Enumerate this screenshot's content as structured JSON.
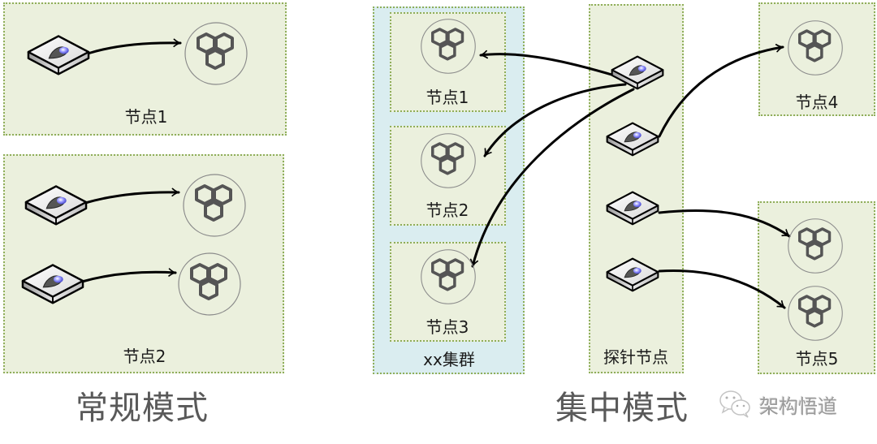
{
  "normal_mode": {
    "title": "常规模式",
    "groups": [
      {
        "label": "节点1",
        "probes": 1,
        "services": 1
      },
      {
        "label": "节点2",
        "probes": 2,
        "services": 2
      }
    ]
  },
  "central_mode": {
    "title": "集中模式",
    "cluster": {
      "label": "xx集群",
      "nodes": [
        {
          "label": "节点1"
        },
        {
          "label": "节点2"
        },
        {
          "label": "节点3"
        }
      ]
    },
    "probe_column": {
      "label": "探针节点",
      "probes": 4
    },
    "external_nodes": [
      {
        "label": "节点4",
        "services": 1
      },
      {
        "label": "节点5",
        "services": 2
      }
    ],
    "connections": [
      {
        "from": "probe-1",
        "to": "cluster-node-1"
      },
      {
        "from": "probe-1",
        "to": "cluster-node-2"
      },
      {
        "from": "probe-1",
        "to": "cluster-node-3"
      },
      {
        "from": "probe-2",
        "to": "node-4"
      },
      {
        "from": "probe-3",
        "to": "node-5-service-1"
      },
      {
        "from": "probe-4",
        "to": "node-5-service-2"
      }
    ]
  },
  "watermark": {
    "icon": "wechat-icon",
    "text": "架构悟道"
  },
  "colors": {
    "box_fill": "#ebf0dd",
    "box_border": "#8fae5a",
    "cluster_fill": "#daedf0",
    "arrow": "#000000",
    "service_icon": "#555555",
    "probe_light": "#7b7bff"
  }
}
